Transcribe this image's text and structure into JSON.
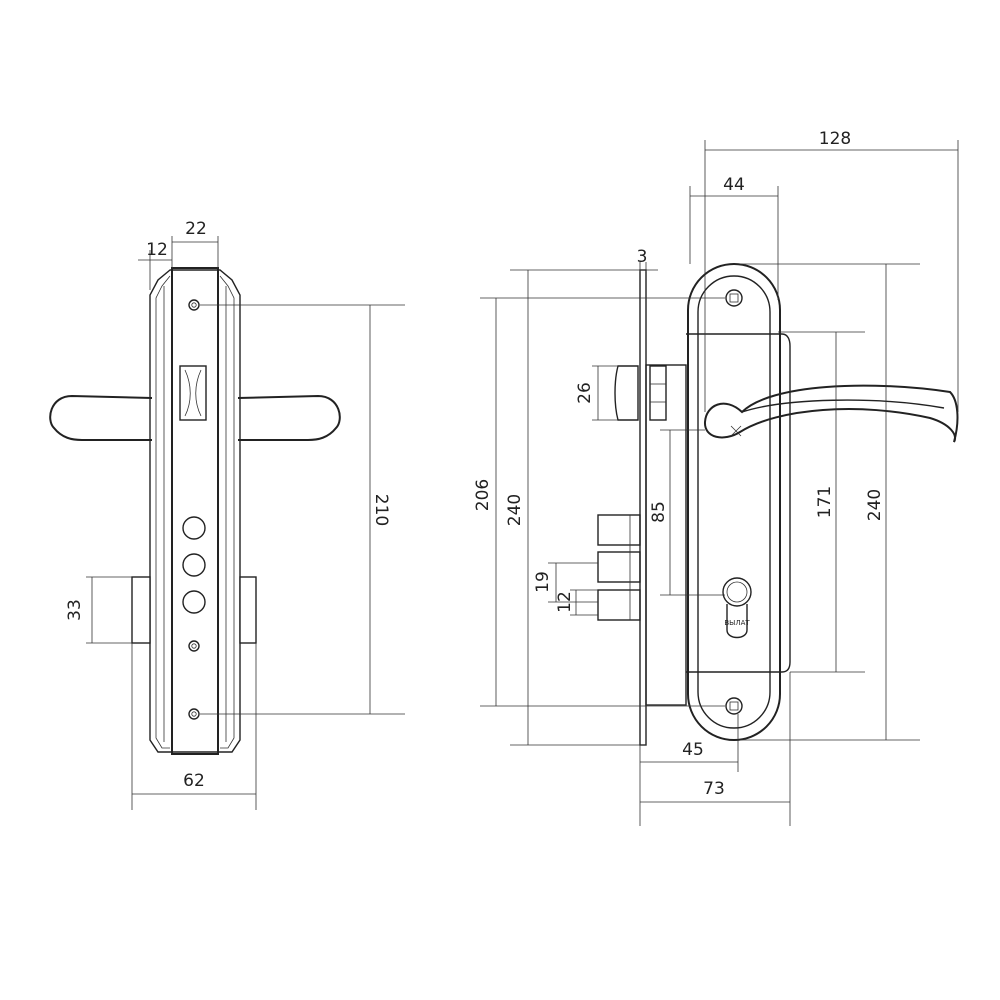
{
  "colors": {
    "line": "#222222",
    "background": "#ffffff"
  },
  "front_view": {
    "dims": {
      "d22": "22",
      "d12": "12",
      "d210": "210",
      "d33": "33",
      "d62": "62"
    }
  },
  "side_view": {
    "dims": {
      "d128": "128",
      "d44": "44",
      "d3": "3",
      "d26": "26",
      "d206": "206",
      "d240_left": "240",
      "d85": "85",
      "d19": "19",
      "d12": "12",
      "d171": "171",
      "d240_right": "240",
      "d45": "45",
      "d73": "73"
    },
    "brand_text": "ВЫЛАТ"
  }
}
